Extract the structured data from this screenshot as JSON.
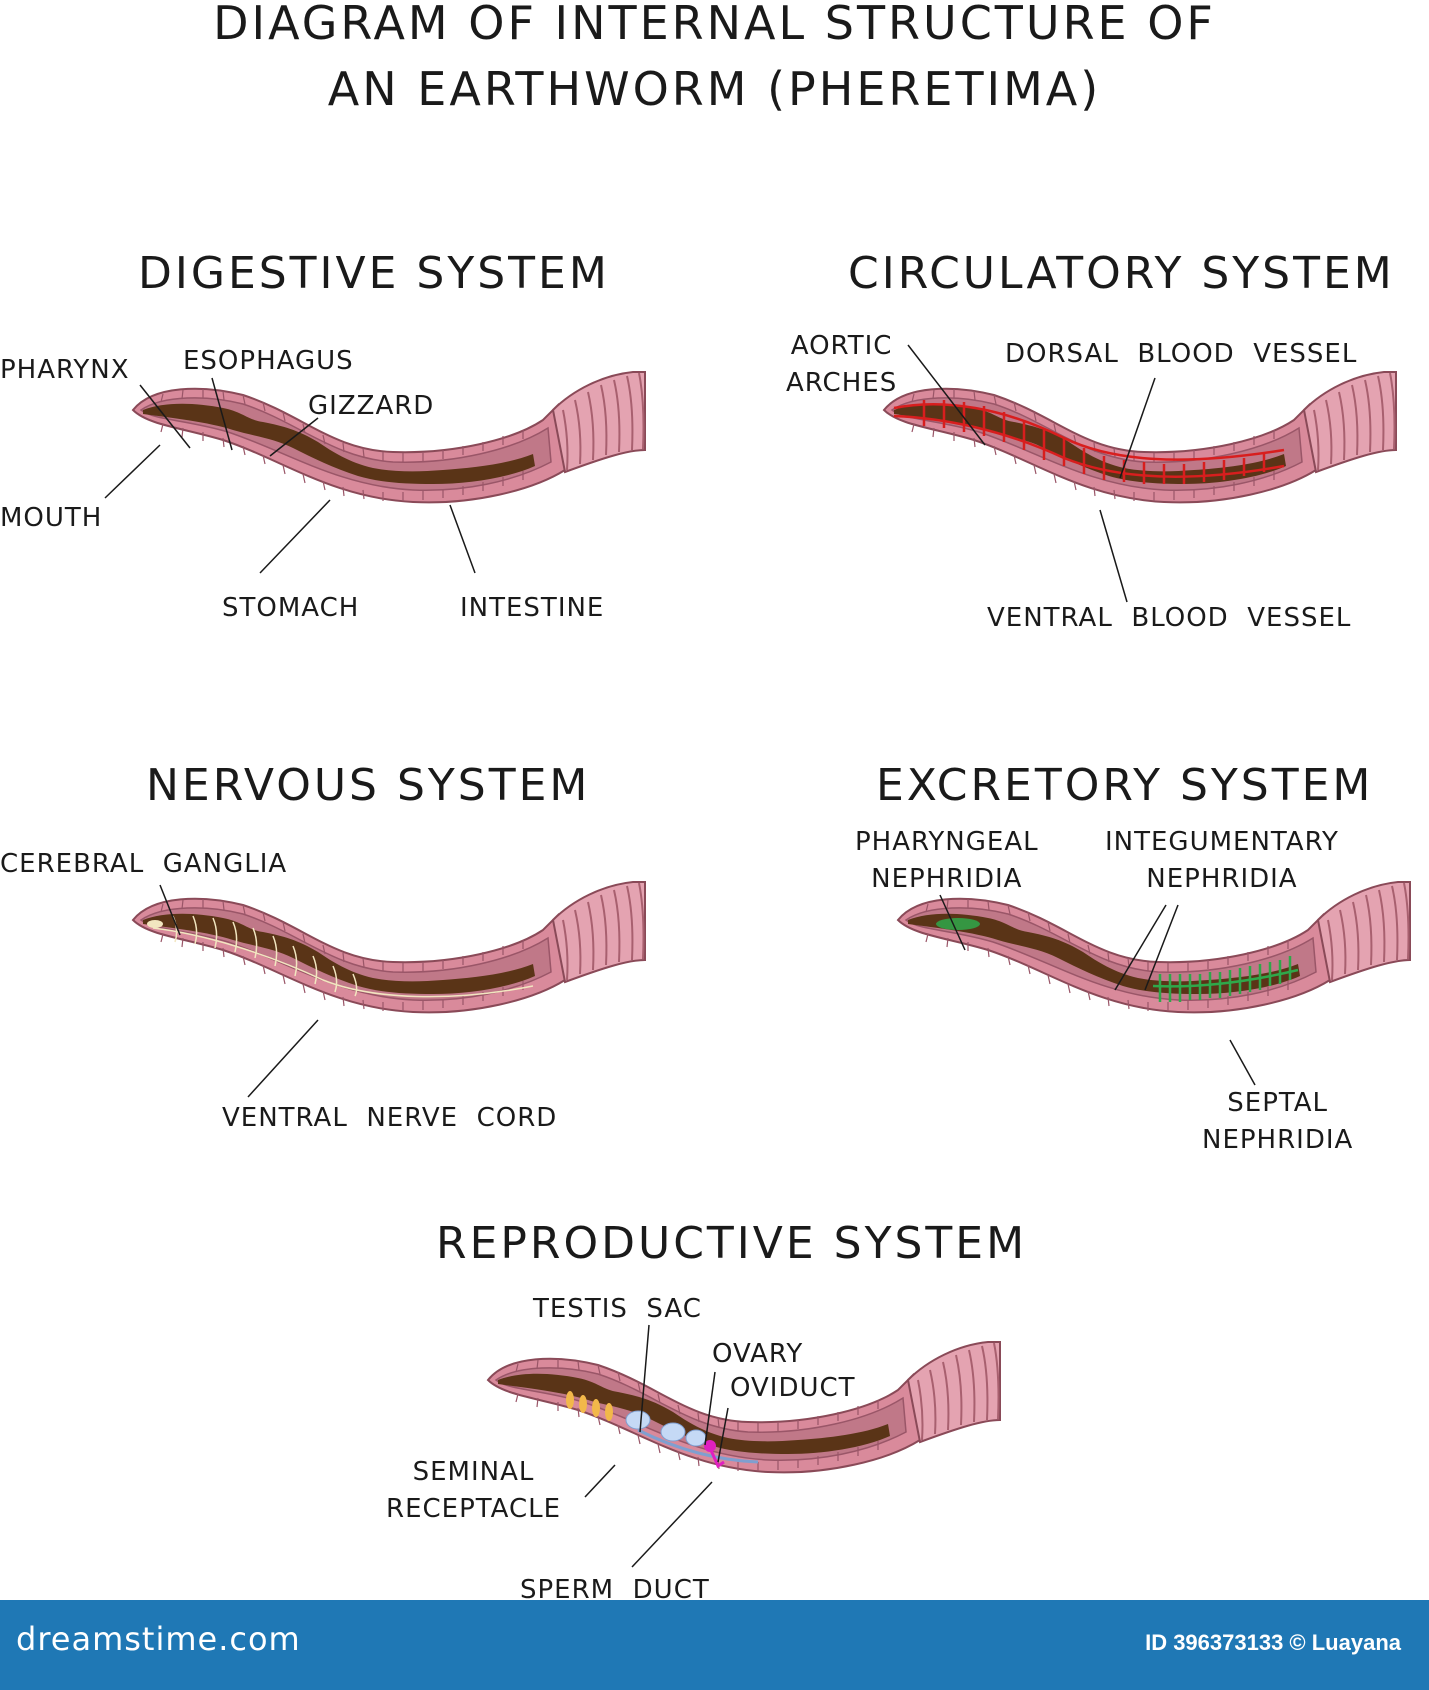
{
  "title": {
    "line1": "DIAGRAM OF INTERNAL STRUCTURE OF",
    "line2": "AN EARTHWORM (PHERETIMA)"
  },
  "digestive": {
    "title": "DIGESTIVE  SYSTEM",
    "labels": {
      "pharynx": "PHARYNX",
      "esophagus": "ESOPHAGUS",
      "gizzard": "GIZZARD",
      "mouth": "MOUTH",
      "stomach": "STOMACH",
      "intestine": "INTESTINE"
    }
  },
  "circulatory": {
    "title": "CIRCULATORY  SYSTEM",
    "labels": {
      "aortic_arches": "AORTIC\nARCHES",
      "dorsal": "DORSAL  BLOOD  VESSEL",
      "ventral": "VENTRAL  BLOOD  VESSEL"
    }
  },
  "nervous": {
    "title": "NERVOUS  SYSTEM",
    "labels": {
      "cerebral": "CEREBRAL  GANGLIA",
      "nerve_cord": "VENTRAL  NERVE  CORD"
    }
  },
  "excretory": {
    "title": "EXCRETORY  SYSTEM",
    "labels": {
      "pharyngeal": "PHARYNGEAL\nNEPHRIDIA",
      "integumentary": "INTEGUMENTARY\nNEPHRIDIA",
      "septal": "SEPTAL\nNEPHRIDIA"
    }
  },
  "reproductive": {
    "title": "REPRODUCTIVE  SYSTEM",
    "labels": {
      "testis": "TESTIS  SAC",
      "ovary": "OVARY",
      "oviduct": "OVIDUCT",
      "seminal": "SEMINAL\nRECEPTACLE",
      "sperm": "SPERM  DUCT"
    }
  },
  "colors": {
    "worm_body": "#d98a9b",
    "worm_inner": "#b86a7f",
    "gut": "#5a3417",
    "blood": "#d81e1e",
    "nerve": "#f2e6c0",
    "nephridia": "#2fa84a",
    "footer": "#1f78b5"
  },
  "footer": {
    "brand": "dreamstime.com",
    "credit": "ID 396373133 © Luayana"
  }
}
